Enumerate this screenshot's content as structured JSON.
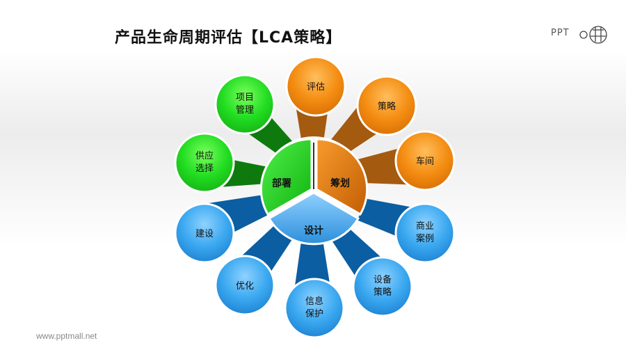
{
  "title": "产品生命周期评估【LCA策略】",
  "logo": {
    "text": "PPT",
    "mark": "ppt-mall-logo"
  },
  "watermark": "www.pptmall.net",
  "colors": {
    "green": "#1ed61e",
    "green_dark": "#0e7a0e",
    "orange": "#f08b12",
    "orange_dark": "#a45a0f",
    "blue": "#3aa8f0",
    "blue_dark": "#0b5ea1"
  },
  "center": {
    "segments": [
      {
        "id": "deploy",
        "label": "部署",
        "color": "green"
      },
      {
        "id": "plan",
        "label": "筹划",
        "color": "orange"
      },
      {
        "id": "design",
        "label": "设计",
        "color": "blue"
      }
    ]
  },
  "nodes": [
    {
      "group": "green",
      "lines": [
        "项目",
        "管理"
      ]
    },
    {
      "group": "green",
      "lines": [
        "供应",
        "选择"
      ]
    },
    {
      "group": "orange",
      "lines": [
        "评估"
      ]
    },
    {
      "group": "orange",
      "lines": [
        "策略"
      ]
    },
    {
      "group": "orange",
      "lines": [
        "车间"
      ]
    },
    {
      "group": "blue",
      "lines": [
        "商业",
        "案例"
      ]
    },
    {
      "group": "blue",
      "lines": [
        "设备",
        "策略"
      ]
    },
    {
      "group": "blue",
      "lines": [
        "信息",
        "保护"
      ]
    },
    {
      "group": "blue",
      "lines": [
        "优化"
      ]
    },
    {
      "group": "blue",
      "lines": [
        "建设"
      ]
    }
  ]
}
